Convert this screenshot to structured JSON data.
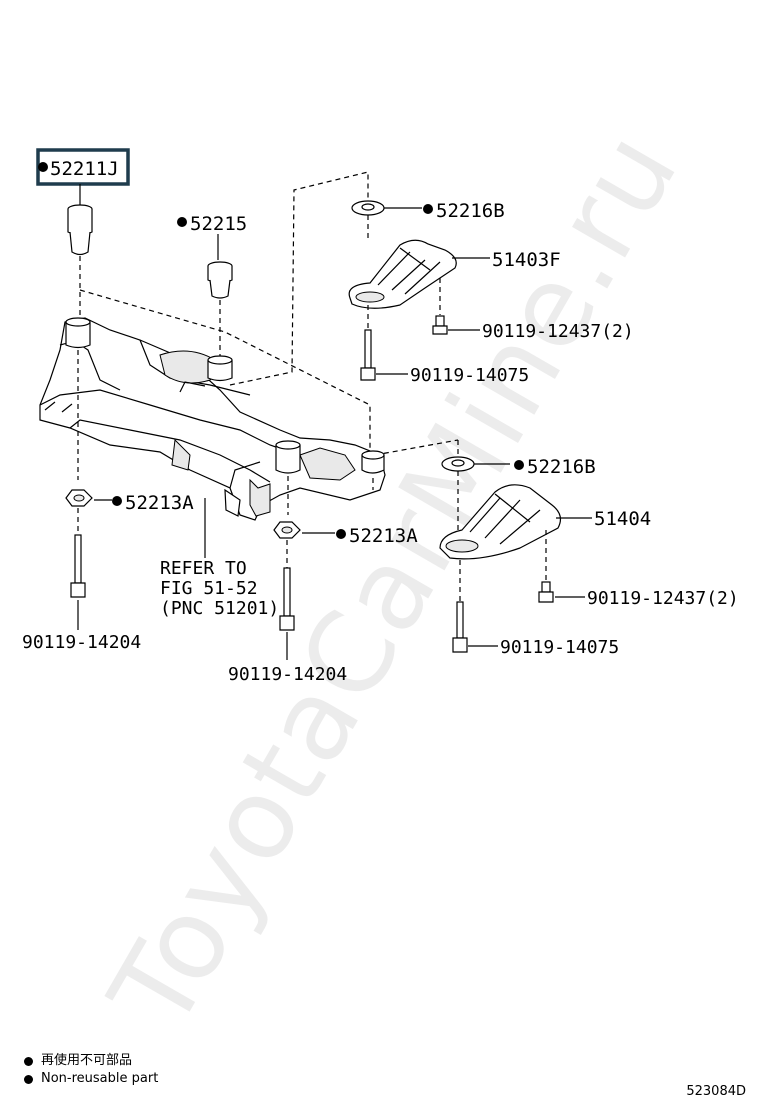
{
  "watermark": "ToyotaCarMine.ru",
  "labels": {
    "p52211J": "52211J",
    "p52215": "52215",
    "p52216B_top": "52216B",
    "p51403F": "51403F",
    "p90119_12437_top": "90119-12437(2)",
    "p90119_14075_top": "90119-14075",
    "p52216B_right": "52216B",
    "p51404": "51404",
    "p52213A_left": "52213A",
    "p52213A_mid": "52213A",
    "p90119_12437_right": "90119-12437(2)",
    "p90119_14075_right": "90119-14075",
    "p90119_14204_left": "90119-14204",
    "p90119_14204_mid": "90119-14204"
  },
  "refer_note": {
    "line1": "REFER TO",
    "line2": "FIG 51-52",
    "line3": "(PNC 51201)"
  },
  "legend": {
    "cn": "再使用不可部品",
    "en": "Non-reusable part"
  },
  "diagram_code": "523084D",
  "colors": {
    "highlight_box": "#1f3c4d",
    "ink": "#000000"
  },
  "icons": {
    "non_reusable_marker": "filled-circle-icon"
  }
}
